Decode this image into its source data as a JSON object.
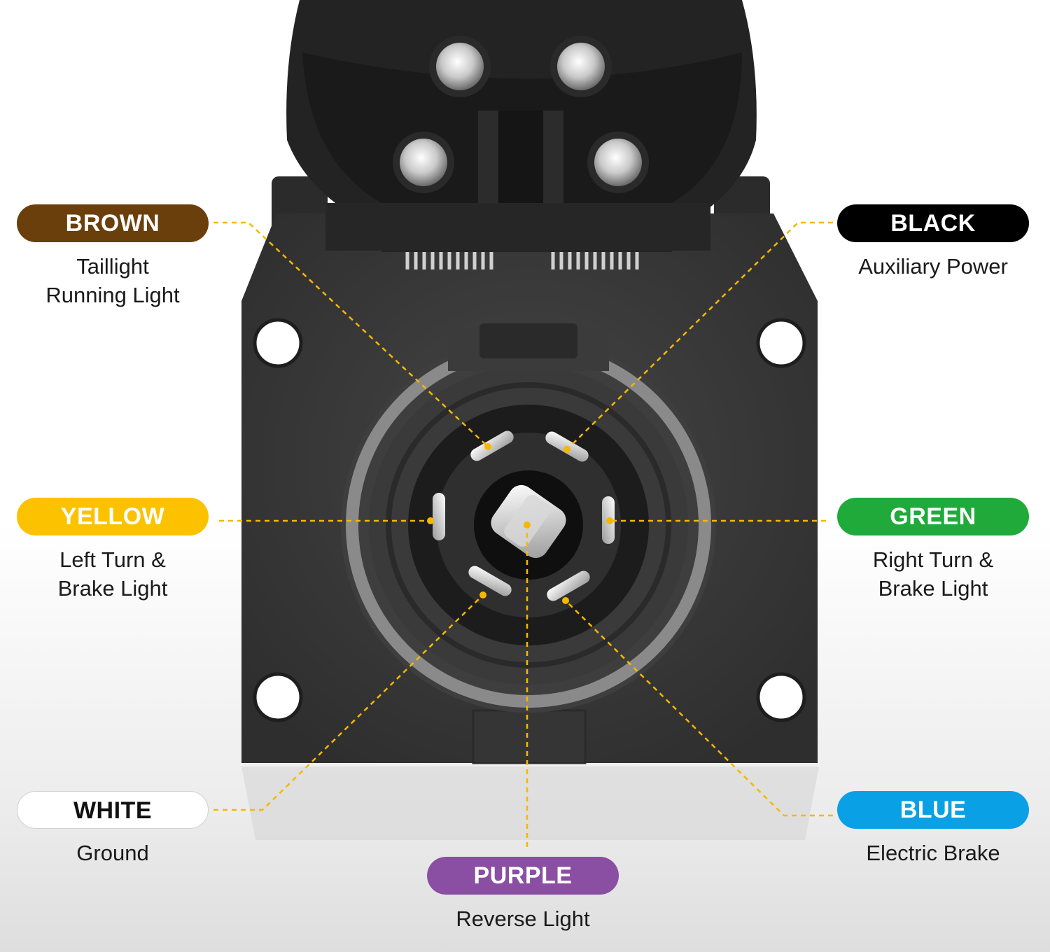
{
  "colors": {
    "brown": "#6b3f0c",
    "black": "#000000",
    "yellow": "#fcc200",
    "green": "#1faa3a",
    "white": "#ffffff",
    "blue": "#0aa0e6",
    "purple": "#8a4fa3",
    "leader": "#f5b800",
    "plate": "#3b3b3b",
    "cap": "#232323"
  },
  "labels": {
    "brown": {
      "badge": "BROWN",
      "lines": [
        "Taillight",
        "Running Light"
      ]
    },
    "black": {
      "badge": "BLACK",
      "lines": [
        "Auxiliary Power"
      ]
    },
    "yellow": {
      "badge": "YELLOW",
      "lines": [
        "Left Turn &",
        "Brake Light"
      ]
    },
    "green": {
      "badge": "GREEN",
      "lines": [
        "Right Turn &",
        "Brake Light"
      ]
    },
    "white": {
      "badge": "WHITE",
      "lines": [
        "Ground"
      ]
    },
    "blue": {
      "badge": "BLUE",
      "lines": [
        "Electric Brake"
      ]
    },
    "purple": {
      "badge": "PURPLE",
      "lines": [
        "Reverse Light"
      ]
    }
  }
}
